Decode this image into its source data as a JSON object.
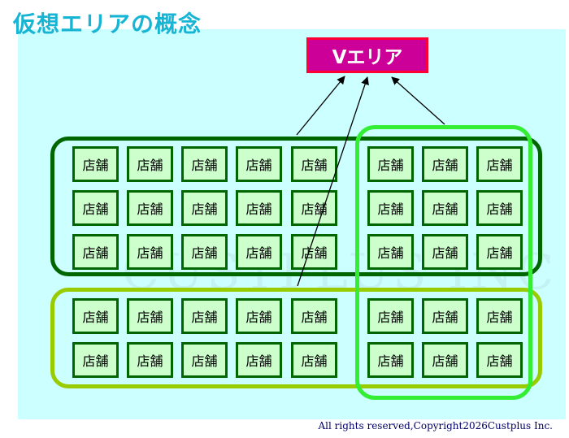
{
  "title": "仮想エリアの概念",
  "v_area_label": "Vエリア",
  "store_label": "店舗",
  "watermark": "CUSTPLUS INC",
  "footer": "All rights reserved,Copyright2026Custplus Inc.",
  "colors": {
    "title": "#18b4d4",
    "background": "#ccffff",
    "v_area_fill": "#cc0099",
    "v_area_border": "#ff0033",
    "group_top_border": "#006600",
    "group_bottom_border": "#99cc00",
    "group_right_border": "#33ee33",
    "store_fill": "#ccffcc",
    "store_border": "#006600"
  },
  "grid": {
    "rows": 5,
    "columns": 8,
    "row_groups": [
      "top",
      "top",
      "top",
      "bottom",
      "bottom"
    ]
  }
}
